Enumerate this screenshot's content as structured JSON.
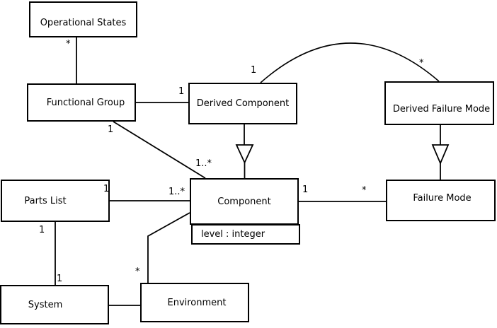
{
  "diagram": {
    "kind": "uml-class-diagram",
    "background_color": "#ffffff",
    "line_color": "#000000",
    "classes": [
      {
        "id": "operational-states",
        "name": "Operational States"
      },
      {
        "id": "functional-group",
        "name": "Functional Group"
      },
      {
        "id": "derived-component",
        "name": "Derived Component"
      },
      {
        "id": "derived-failure-mode",
        "name": "Derived Failure Mode"
      },
      {
        "id": "parts-list",
        "name": "Parts List"
      },
      {
        "id": "component",
        "name": "Component",
        "attributes": [
          "level : integer"
        ]
      },
      {
        "id": "failure-mode",
        "name": "Failure Mode"
      },
      {
        "id": "system",
        "name": "System"
      },
      {
        "id": "environment",
        "name": "Environment"
      }
    ],
    "multiplicities": [
      {
        "text": "*",
        "at": "operational-states-end-of-functional-group-link"
      },
      {
        "text": "1",
        "at": "functional-group-end-of-component-link"
      },
      {
        "text": "1",
        "at": "derived-component-end-of-functional-group-link"
      },
      {
        "text": "1",
        "at": "derived-component-end-of-arc"
      },
      {
        "text": "*",
        "at": "derived-failure-mode-end-of-arc"
      },
      {
        "text": "1..*",
        "at": "component-end-of-functional-group-link"
      },
      {
        "text": "1..*",
        "at": "component-end-of-parts-list-link"
      },
      {
        "text": "1",
        "at": "parts-list-end-of-component-link"
      },
      {
        "text": "1",
        "at": "component-end-of-failure-mode-link"
      },
      {
        "text": "*",
        "at": "failure-mode-end-of-component-link"
      },
      {
        "text": "1",
        "at": "parts-list-end-of-system-link"
      },
      {
        "text": "1",
        "at": "system-end-of-parts-list-link"
      },
      {
        "text": "*",
        "at": "environment-end-of-component-link"
      }
    ],
    "relationships": [
      {
        "type": "association",
        "from": "functional-group",
        "to": "operational-states",
        "to_multiplicity": "*"
      },
      {
        "type": "association",
        "from": "functional-group",
        "to": "derived-component",
        "to_multiplicity": "1"
      },
      {
        "type": "association",
        "from": "derived-component",
        "to": "derived-failure-mode",
        "from_multiplicity": "1",
        "to_multiplicity": "*"
      },
      {
        "type": "association",
        "from": "functional-group",
        "to": "component",
        "from_multiplicity": "1",
        "to_multiplicity": "1..*"
      },
      {
        "type": "association",
        "from": "parts-list",
        "to": "component",
        "from_multiplicity": "1",
        "to_multiplicity": "1..*"
      },
      {
        "type": "association",
        "from": "component",
        "to": "failure-mode",
        "from_multiplicity": "1",
        "to_multiplicity": "*"
      },
      {
        "type": "association",
        "from": "parts-list",
        "to": "system",
        "from_multiplicity": "1",
        "to_multiplicity": "1"
      },
      {
        "type": "association",
        "from": "component",
        "to": "environment",
        "to_multiplicity": "*"
      },
      {
        "type": "association",
        "from": "system",
        "to": "environment"
      },
      {
        "type": "generalization",
        "child": "derived-component",
        "parent": "component"
      },
      {
        "type": "generalization",
        "child": "derived-failure-mode",
        "parent": "failure-mode"
      }
    ]
  }
}
